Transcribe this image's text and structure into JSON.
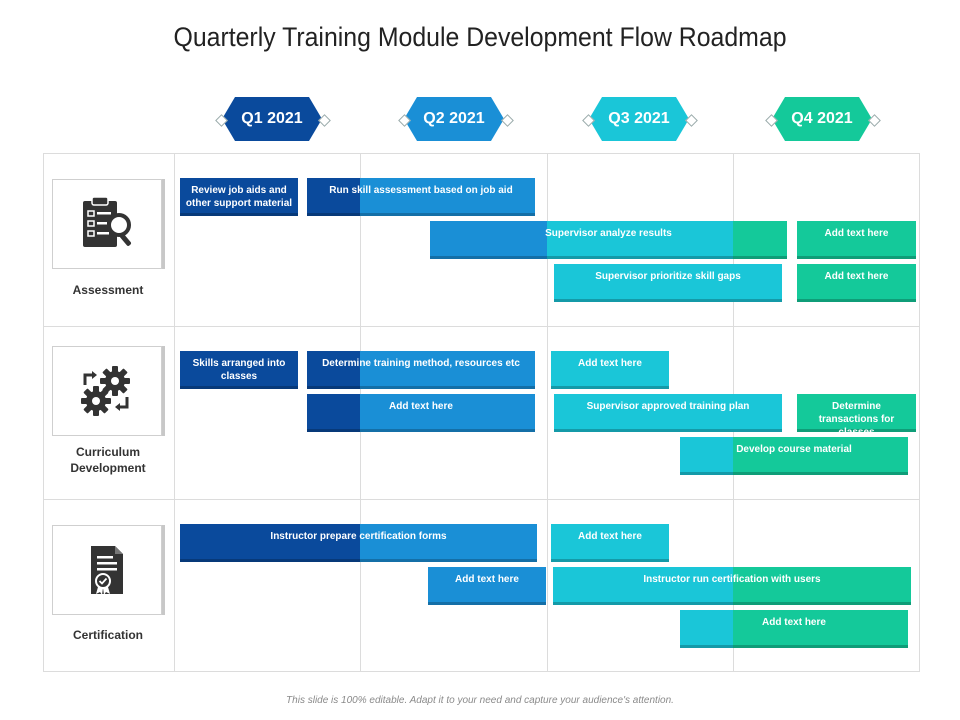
{
  "title": "Quarterly Training Module Development Flow Roadmap",
  "quarters": [
    "Q1 2021",
    "Q2 2021",
    "Q3 2021",
    "Q4 2021"
  ],
  "categories": [
    {
      "label": "Assessment",
      "icon": "checklist-magnifier-icon"
    },
    {
      "label": "Curriculum Development",
      "icon": "gears-icon"
    },
    {
      "label": "Certification",
      "icon": "certificate-document-icon"
    }
  ],
  "tasks": [
    "Review job aids and other support material",
    "Run skill assessment based on job aid",
    "Supervisor analyze results",
    "Add text here",
    "Supervisor prioritize skill gaps",
    "Add text here",
    "Skills arranged into classes",
    "Determine training method, resources etc",
    "Add text here",
    "Add text here",
    "Supervisor approved training plan",
    "Determine transactions for classes",
    "Develop course material",
    "Instructor prepare certification forms",
    "Add text here",
    "Add text here",
    "Instructor run certification with users",
    "Add text here"
  ],
  "footer": "This slide is 100% editable. Adapt it to your need and capture your audience's attention.",
  "colors": {
    "q1": "#0a4a9c",
    "q2": "#1a8fd6",
    "q3": "#1ac6d8",
    "q4": "#14c99a",
    "icon": "#333333",
    "grid": "#dcdcdc"
  }
}
